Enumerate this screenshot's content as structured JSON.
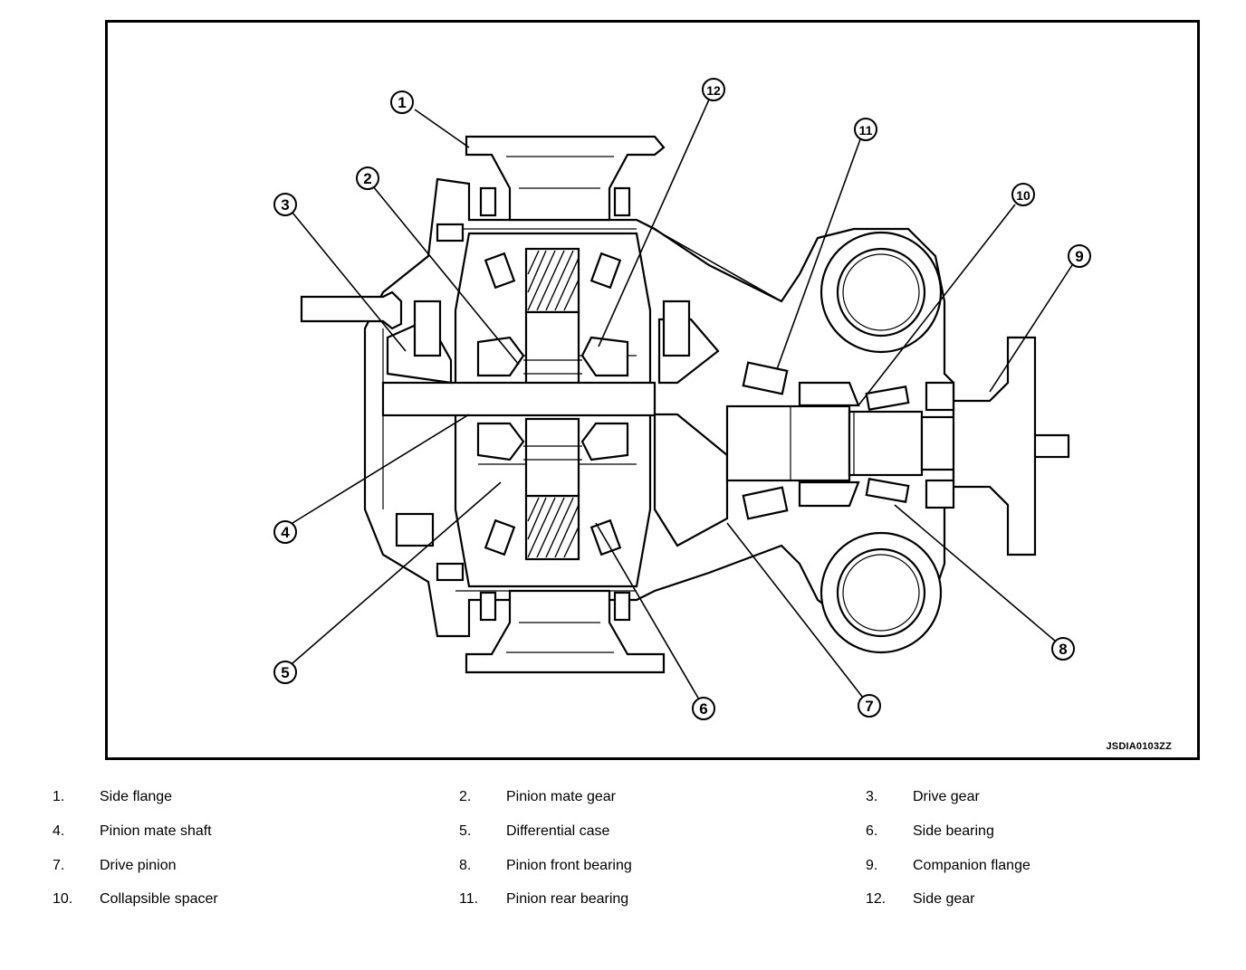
{
  "figure": {
    "code": "JSDIA0103ZZ",
    "callouts": [
      {
        "number": "1"
      },
      {
        "number": "2"
      },
      {
        "number": "3"
      },
      {
        "number": "4"
      },
      {
        "number": "5"
      },
      {
        "number": "6"
      },
      {
        "number": "7"
      },
      {
        "number": "8"
      },
      {
        "number": "9"
      },
      {
        "number": "10"
      },
      {
        "number": "11"
      },
      {
        "number": "12"
      }
    ]
  },
  "legend": [
    {
      "number": "1.",
      "label": "Side flange"
    },
    {
      "number": "2.",
      "label": "Pinion mate gear"
    },
    {
      "number": "3.",
      "label": "Drive gear"
    },
    {
      "number": "4.",
      "label": "Pinion mate shaft"
    },
    {
      "number": "5.",
      "label": "Differential case"
    },
    {
      "number": "6.",
      "label": "Side bearing"
    },
    {
      "number": "7.",
      "label": "Drive pinion"
    },
    {
      "number": "8.",
      "label": "Pinion front bearing"
    },
    {
      "number": "9.",
      "label": "Companion flange"
    },
    {
      "number": "10.",
      "label": "Collapsible spacer"
    },
    {
      "number": "11.",
      "label": "Pinion rear bearing"
    },
    {
      "number": "12.",
      "label": "Side gear"
    }
  ]
}
